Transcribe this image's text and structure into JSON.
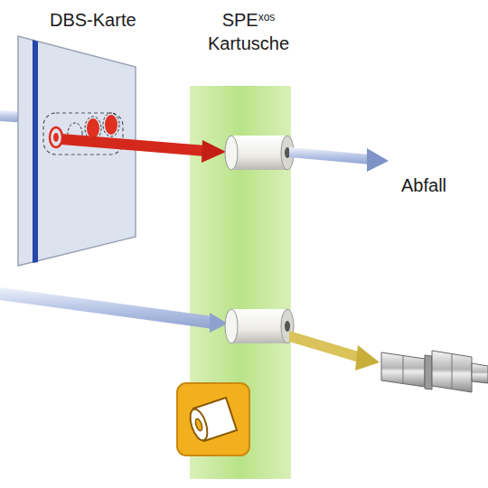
{
  "diagram": {
    "nodes": [
      {
        "text": [
          "DBS-Karte"
        ]
      },
      {
        "text": [
          "SPE",
          "xos",
          "Kartusche"
        ]
      }
    ],
    "labels": [
      "Abfall"
    ]
  }
}
